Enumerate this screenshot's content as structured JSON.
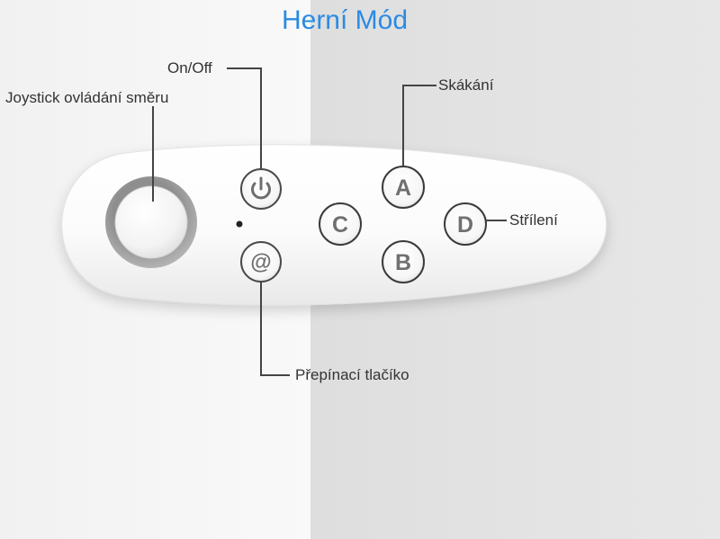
{
  "title": "Herní Mód",
  "colors": {
    "title": "#2b8be2",
    "label_text": "#333333",
    "leader_line": "#444444",
    "button_glyph": "#707070"
  },
  "buttons": {
    "power": {
      "icon": "power-icon"
    },
    "mode": {
      "glyph": "@"
    },
    "a": {
      "glyph": "A"
    },
    "b": {
      "glyph": "B"
    },
    "c": {
      "glyph": "C"
    },
    "d": {
      "glyph": "D"
    }
  },
  "labels": {
    "onoff": "On/Off",
    "joystick": "Joystick ovládání směru",
    "jump": "Skákání",
    "shoot": "Střílení",
    "switch": "Přepínací tlačíko"
  }
}
